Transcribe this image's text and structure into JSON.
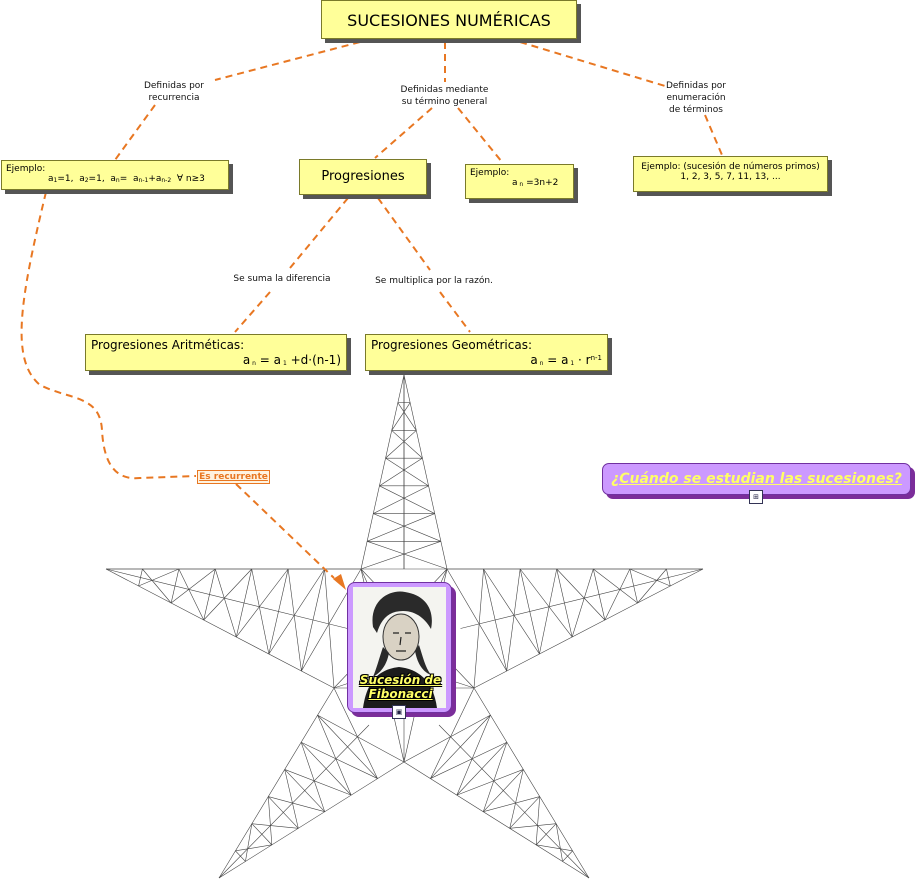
{
  "title": "SUCESIONES NUMÉRICAS",
  "links": {
    "recurrence": [
      "Definidas por",
      "recurrencia"
    ],
    "general_term": [
      "Definidas mediante",
      "su término general"
    ],
    "enumeration": [
      "Definidas por",
      "enumeración",
      "de términos"
    ],
    "sum": "Se suma la diferencia",
    "multiply": "Se multiplica por la razón."
  },
  "examples": {
    "recurrence_label": "Ejemplo:",
    "general_label": "Ejemplo:",
    "enum_line1": "Ejemplo: (sucesión de números primos)",
    "enum_line2": "1, 2, 3, 5, 7, 11, 13, ..."
  },
  "progresiones": "Progresiones",
  "aritmeticas": {
    "title": "Progresiones Aritméticas:"
  },
  "geometricas": {
    "title": "Progresiones Geométricas:"
  },
  "es_recurrente": "Es recurrente",
  "question": "¿Cuándo se estudian las sucesiones?",
  "fibonacci": "Sucesión de Fibonacci",
  "colors": {
    "node_fill": "#ffff99",
    "connector": "#e87722",
    "purple": "#cc99ff",
    "link_text": "#ffff66"
  },
  "icons": [
    "concept-map-icon",
    "image-icon"
  ]
}
